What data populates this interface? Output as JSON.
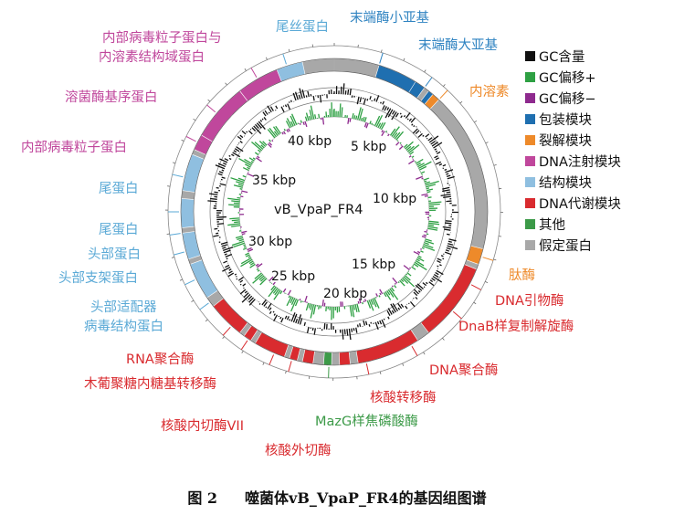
{
  "colors": {
    "gc_content": "#111111",
    "gc_skew_plus": "#2ea043",
    "gc_skew_minus": "#8e2a8e",
    "packaging": "#1f6fb0",
    "lysis": "#ee8a2a",
    "dna_injection": "#c0479c",
    "structural": "#8fbfe0",
    "dna_metabolism": "#d92b2f",
    "other": "#3c9a48",
    "hypothetical": "#a8a8a8"
  },
  "legend": [
    {
      "label": "GC含量",
      "color": "#111111"
    },
    {
      "label": "GC偏移+",
      "color": "#2ea043"
    },
    {
      "label": "GC偏移−",
      "color": "#8e2a8e"
    },
    {
      "label": "包装模块",
      "color": "#1f6fb0"
    },
    {
      "label": "裂解模块",
      "color": "#ee8a2a"
    },
    {
      "label": "DNA注射模块",
      "color": "#c0479c"
    },
    {
      "label": "结构模块",
      "color": "#8fbfe0"
    },
    {
      "label": "DNA代谢模块",
      "color": "#d92b2f"
    },
    {
      "label": "其他",
      "color": "#3c9a48"
    },
    {
      "label": "假定蛋白",
      "color": "#a8a8a8"
    }
  ],
  "genome": {
    "name": "vB_VpaP_FR4",
    "kbp_labels": [
      "5 kbp",
      "10 kbp",
      "15 kbp",
      "20 kbp",
      "25 kbp",
      "30 kbp",
      "35 kbp",
      "40 kbp"
    ]
  },
  "genes": [
    {
      "label": "尾丝蛋白",
      "module": "structural"
    },
    {
      "label": "末端酶小亚基",
      "module": "packaging"
    },
    {
      "label": "末端酶大亚基",
      "module": "packaging"
    },
    {
      "label": "内溶素",
      "module": "lysis"
    },
    {
      "label": "肽酶",
      "module": "lysis"
    },
    {
      "label": "DNA引物酶",
      "module": "dna_metabolism"
    },
    {
      "label": "DnaB样复制解旋酶",
      "module": "dna_metabolism"
    },
    {
      "label": "DNA聚合酶",
      "module": "dna_metabolism"
    },
    {
      "label": "核酸转移酶",
      "module": "dna_metabolism"
    },
    {
      "label": "MazG样焦磷酸酶",
      "module": "other"
    },
    {
      "label": "核酸外切酶",
      "module": "dna_metabolism"
    },
    {
      "label": "核酸内切酶VII",
      "module": "dna_metabolism"
    },
    {
      "label": "木葡聚糖内糖基转移酶",
      "module": "dna_metabolism"
    },
    {
      "label": "RNA聚合酶",
      "module": "dna_metabolism"
    },
    {
      "label": "病毒结构蛋白",
      "module": "structural"
    },
    {
      "label": "头部适配器",
      "module": "structural"
    },
    {
      "label": "头部支架蛋白",
      "module": "structural"
    },
    {
      "label": "头部蛋白",
      "module": "structural"
    },
    {
      "label": "尾蛋白",
      "module": "structural"
    },
    {
      "label": "尾蛋白",
      "module": "structural"
    },
    {
      "label": "内部病毒粒子蛋白",
      "module": "dna_injection"
    },
    {
      "label": "溶菌酶基序蛋白",
      "module": "dna_injection"
    },
    {
      "label": "内部病毒粒子蛋白与",
      "module": "dna_injection"
    },
    {
      "label": "内溶素结构域蛋白",
      "module": "dna_injection"
    }
  ],
  "caption": {
    "figure_no": "图 2",
    "title": "噬菌体vB_VpaP_FR4的基因组图谱"
  }
}
